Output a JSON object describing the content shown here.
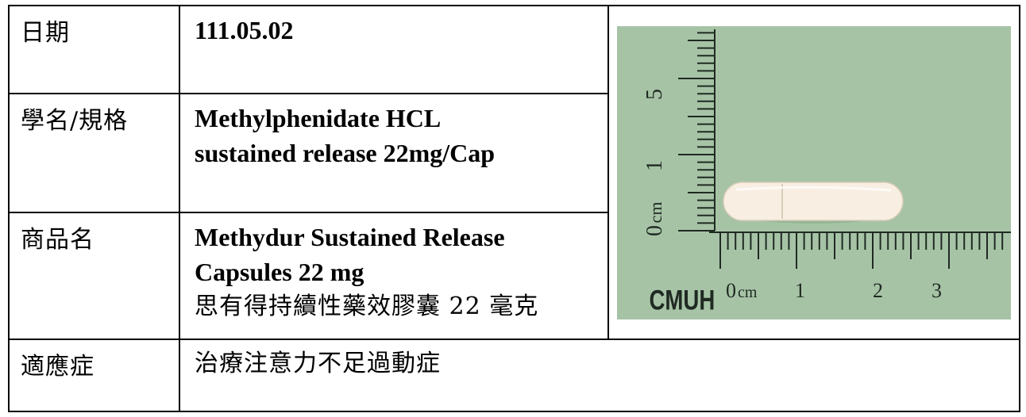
{
  "rows": [
    {
      "label": "日期",
      "value_lines": [
        "111.05.02"
      ]
    },
    {
      "label": "學名/規格",
      "value_lines": [
        "Methylphenidate HCL",
        "sustained release 22mg/Cap"
      ]
    },
    {
      "label": "商品名",
      "value_lines": [
        "Methydur Sustained Release",
        "Capsules 22 mg",
        "思有得持續性藥效膠囊 22 毫克"
      ]
    },
    {
      "label": "適應症",
      "value_lines": [
        "治療注意力不足過動症"
      ]
    }
  ],
  "photo": {
    "ruler_brand": "CMUH",
    "h_labels": [
      "0",
      "cm",
      "1",
      "2",
      "3"
    ],
    "v_labels": [
      "0",
      "cm",
      "1",
      "5"
    ],
    "colors": {
      "background": "#a7c3a6",
      "capsule": "#f8efe2",
      "ruler_ink": "#1f2a22"
    }
  }
}
